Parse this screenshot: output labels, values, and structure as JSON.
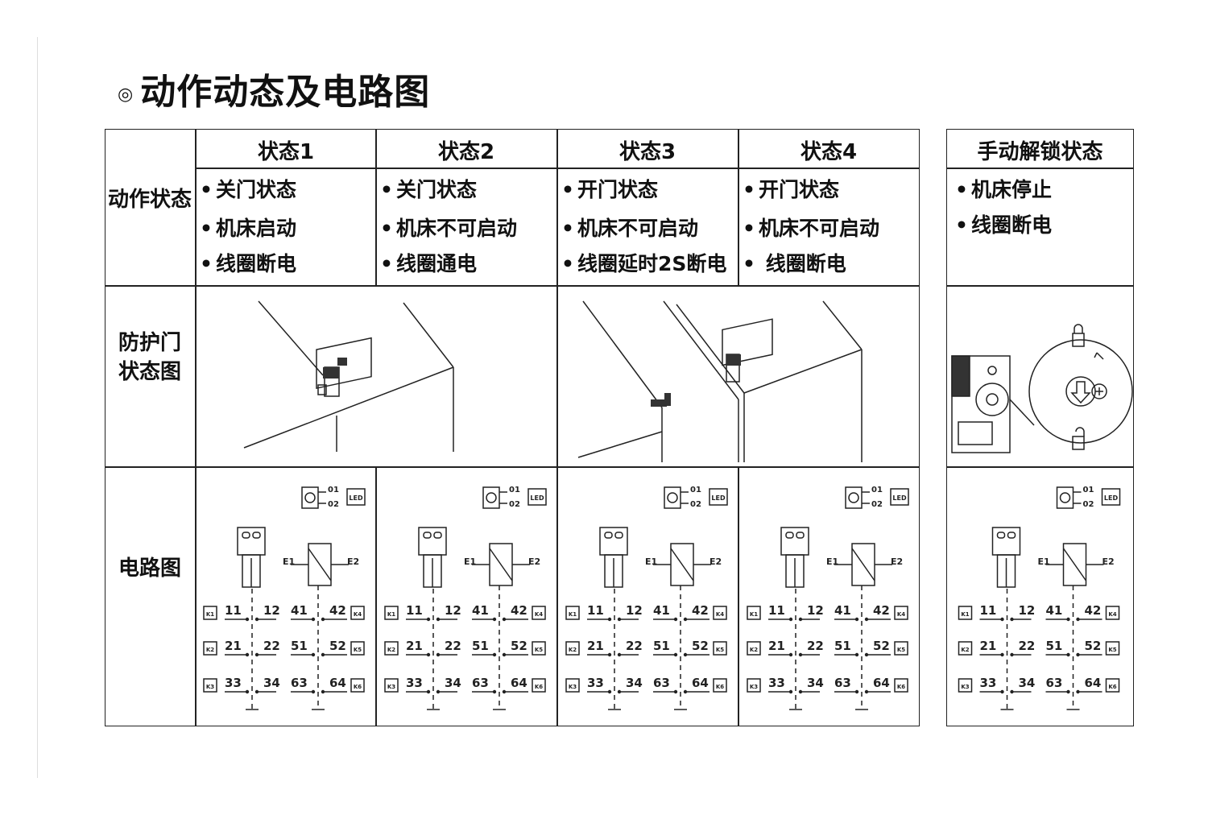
{
  "title": "动作动态及电路图",
  "title_mark": "◎",
  "row_labels": {
    "action": "动作状态",
    "door": [
      "防护门",
      "状态图"
    ],
    "circuit": "电路图"
  },
  "states": [
    {
      "header": "状态1",
      "items": [
        "关门状态",
        "机床启动",
        "线圈断电"
      ]
    },
    {
      "header": "状态2",
      "items": [
        "关门状态",
        "机床不可启动",
        "线圈通电"
      ]
    },
    {
      "header": "状态3",
      "items": [
        "开门状态",
        "机床不可启动",
        "线圈延时2S断电"
      ]
    },
    {
      "header": "状态4",
      "items": [
        "开门状态",
        "机床不可启动",
        " 线圈断电"
      ]
    }
  ],
  "manual": {
    "header": "手动解锁状态",
    "items": [
      "机床停止",
      "线圈断电"
    ]
  },
  "circuit_labels": {
    "led": "LED",
    "led_pins": [
      "01",
      "02"
    ],
    "coil": [
      "E1",
      "E2"
    ],
    "contacts": [
      [
        "11",
        "12",
        "41",
        "42"
      ],
      [
        "21",
        "22",
        "51",
        "52"
      ],
      [
        "33",
        "34",
        "63",
        "64"
      ]
    ],
    "terminals_left": [
      "K1",
      "K2",
      "K3"
    ],
    "terminals_right": [
      "K4",
      "K5",
      "K6"
    ]
  }
}
